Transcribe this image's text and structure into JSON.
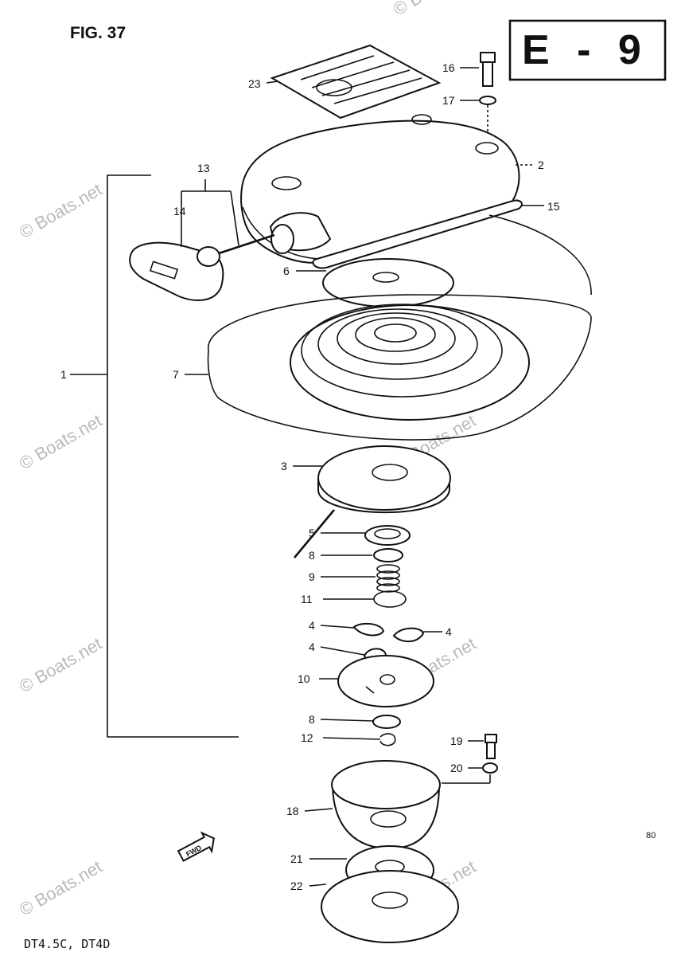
{
  "figure_label": "FIG. 37",
  "section_code": "E - 9",
  "model_caption": "DT4.5C, DT4D",
  "watermark": "© Boats.net",
  "corner_mark": "80",
  "callouts": {
    "c1": "1",
    "c2": "2",
    "c3": "3",
    "c4a": "4",
    "c4b": "4",
    "c4c": "4",
    "c5": "5",
    "c6": "6",
    "c7": "7",
    "c8a": "8",
    "c8b": "8",
    "c9": "9",
    "c10": "10",
    "c11": "11",
    "c12": "12",
    "c13": "13",
    "c14": "14",
    "c15": "15",
    "c16": "16",
    "c17": "17",
    "c18": "18",
    "c19": "19",
    "c20": "20",
    "c21": "21",
    "c22": "22",
    "c23": "23"
  },
  "fwd_label": "FWD"
}
